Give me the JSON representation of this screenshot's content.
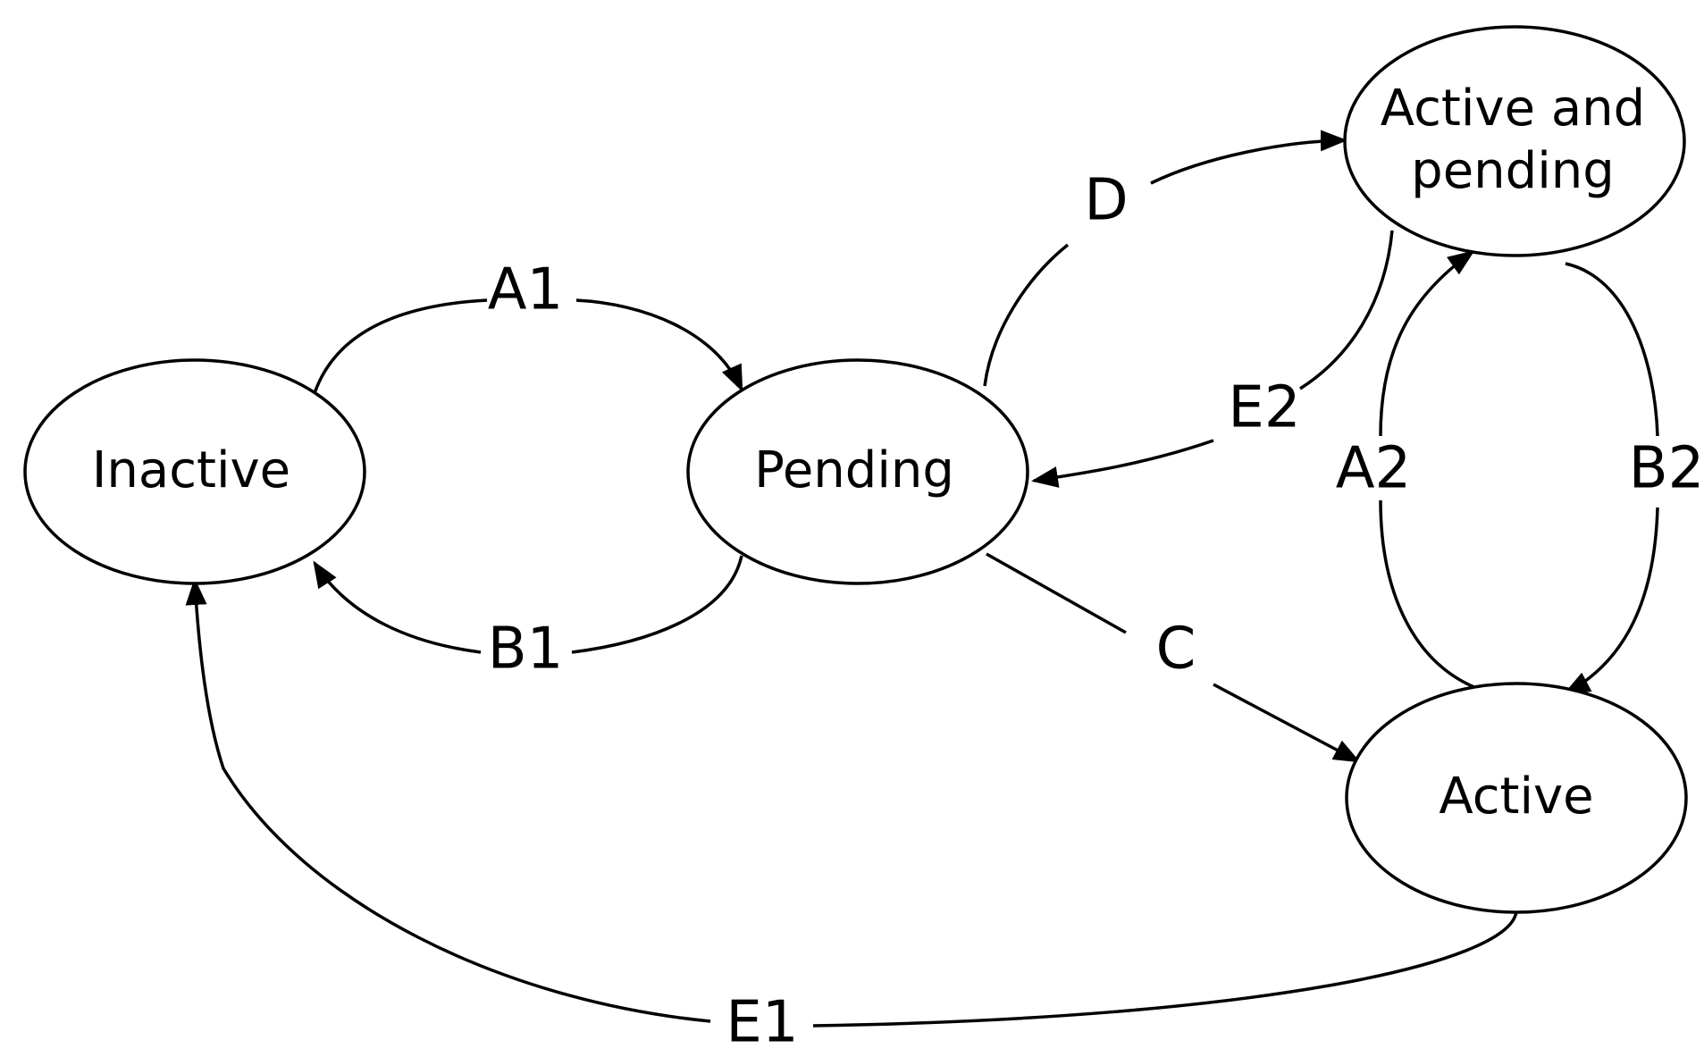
{
  "nodes": {
    "inactive": {
      "label": "Inactive"
    },
    "pending": {
      "label": "Pending"
    },
    "active_and_pending": {
      "line1": "Active and",
      "line2": "pending"
    },
    "active": {
      "label": "Active"
    }
  },
  "edges": {
    "a1": {
      "label": "A1",
      "from": "Inactive",
      "to": "Pending"
    },
    "b1": {
      "label": "B1",
      "from": "Pending",
      "to": "Inactive"
    },
    "c": {
      "label": "C",
      "from": "Pending",
      "to": "Active"
    },
    "d": {
      "label": "D",
      "from": "Pending",
      "to": "Active and pending"
    },
    "e2": {
      "label": "E2",
      "from": "Active and pending",
      "to": "Pending"
    },
    "a2": {
      "label": "A2",
      "from": "Active",
      "to": "Active and pending"
    },
    "b2": {
      "label": "B2",
      "from": "Active and pending",
      "to": "Active"
    },
    "e1": {
      "label": "E1",
      "from": "Active",
      "to": "Inactive"
    }
  },
  "colors": {
    "stroke": "#000000",
    "background": "#ffffff"
  }
}
